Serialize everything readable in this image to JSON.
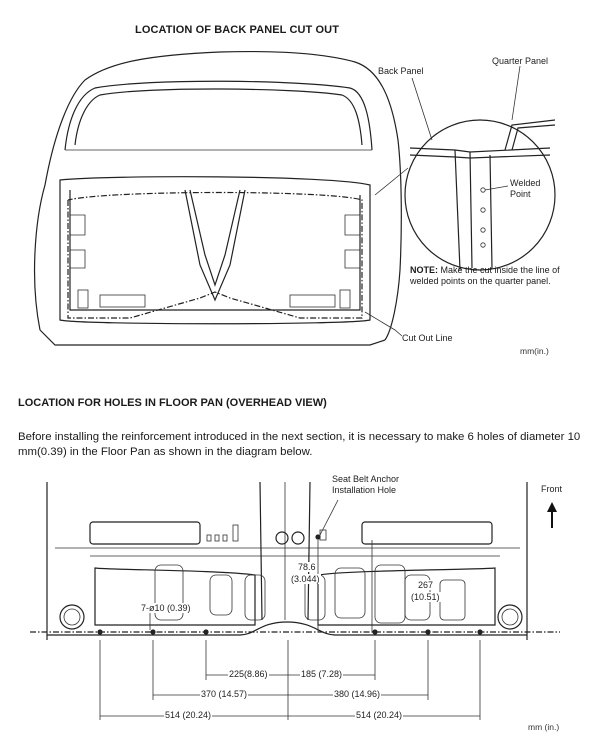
{
  "section1": {
    "title": "LOCATION OF BACK PANEL CUT OUT",
    "labels": {
      "back_panel": "Back Panel",
      "quarter_panel": "Quarter Panel",
      "welded_point": "Welded Point",
      "cut_out_line": "Cut Out Line"
    },
    "note_label": "NOTE:",
    "note_text": "Make the cut inside the line of welded points on the quarter panel.",
    "unit": "mm(in.)"
  },
  "section2": {
    "title": "LOCATION FOR HOLES IN FLOOR PAN (OVERHEAD VIEW)",
    "intro": "Before installing the reinforcement introduced in the next section, it is necessary to make 6 holes of diameter 10 mm(0.39) in the Floor Pan as shown in the diagram below.",
    "labels": {
      "seat_belt": "Seat Belt Anchor Installation Hole",
      "front": "Front"
    },
    "dimensions": {
      "d78": "78.6",
      "d78_in": "(3.044)",
      "d267": "267",
      "d267_in": "(10.51)",
      "hole": "7-ø10 (0.39)",
      "d225": "225(8.86)",
      "d185": "185 (7.28)",
      "d370": "370 (14.57)",
      "d380": "380 (14.96)",
      "d514_left": "514 (20.24)",
      "d514_right": "514 (20.24)"
    },
    "unit": "mm (in.)"
  }
}
